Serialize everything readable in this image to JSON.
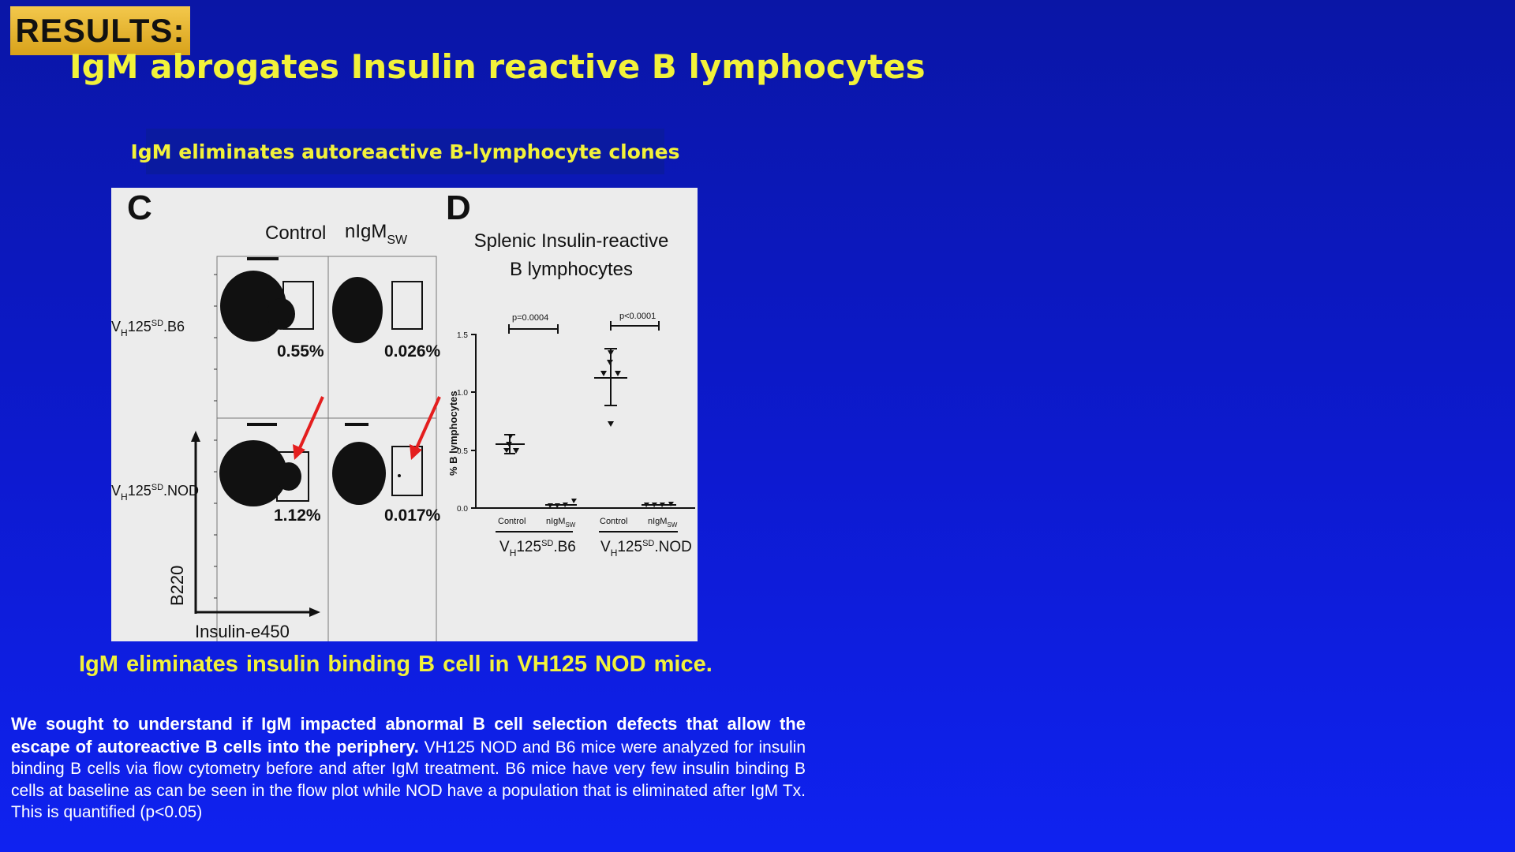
{
  "slide": {
    "badge": "RESULTS:",
    "title": "IgM abrogates Insulin reactive B lymphocytes",
    "subtitle": "IgM eliminates autoreactive B-lymphocyte clones",
    "caption": "IgM  eliminates  insulin binding B cell in VH125 NOD mice.",
    "body_bold": "We sought to understand if IgM impacted abnormal B cell selection defects that allow the escape of autoreactive B cells into the periphery.",
    "body_regular": " VH125 NOD and B6 mice were analyzed for insulin binding B cells via flow cytometry before and after IgM treatment. B6 mice have very few insulin binding B cells at baseline as can be seen in the flow plot while NOD have a population that is eliminated after IgM Tx. This is quantified (p<0.05)"
  },
  "figure": {
    "panel_c": {
      "label": "C",
      "col_control": "Control",
      "col_nigm": "nIgM",
      "col_nigm_sub": "SW",
      "row1_main": "V",
      "row1_sub": "H",
      "row1_rest": "125",
      "row1_sup": "SD",
      "row1_strain": ".B6",
      "row2_strain": ".NOD",
      "pct_b6_control": "0.55%",
      "pct_b6_nigm": "0.026%",
      "pct_nod_control": "1.12%",
      "pct_nod_nigm": "0.017%",
      "y_axis": "B220",
      "x_axis": "Insulin-e450"
    },
    "panel_d": {
      "label": "D",
      "title_line1": "Splenic Insulin-reactive",
      "title_line2": "B lymphocytes",
      "p_b6": "p=0.0004",
      "p_nod": "p<0.0001",
      "y_label": "% B lymphocytes",
      "y_ticks": [
        "1.5",
        "1.0",
        "0.5",
        "0.0"
      ],
      "cat_control": "Control",
      "cat_nigm": "nIgM",
      "cat_nigm_sub": "SW",
      "group_b6": ".B6",
      "group_nod": ".NOD"
    }
  },
  "colors": {
    "background": "#0d1ad0",
    "title_yellow": "#f2f23a",
    "badge_gold": "#e6b534",
    "arrow_red": "#e41e1e"
  }
}
